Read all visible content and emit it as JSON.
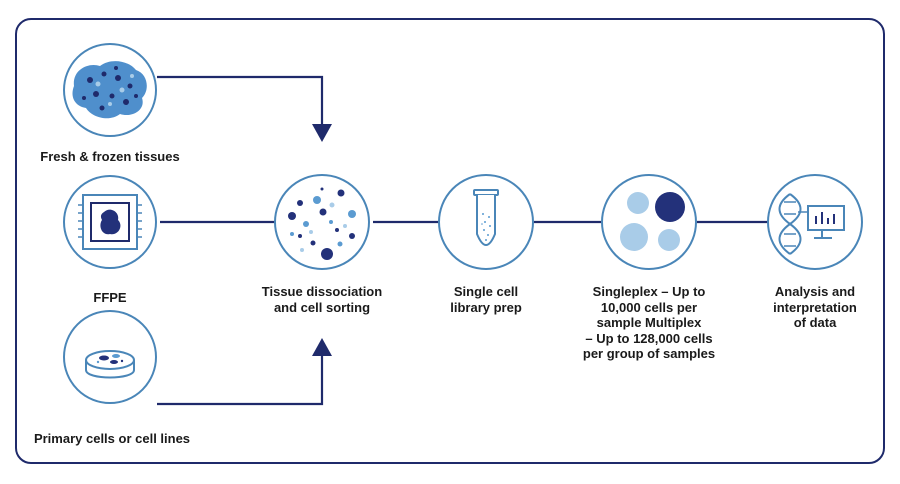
{
  "inputs": {
    "fresh_frozen": "Fresh & frozen tissues",
    "ffpe": "FFPE",
    "primary_cells": "Primary cells or cell lines"
  },
  "steps": {
    "dissociation": {
      "line1": "Tissue dissociation",
      "line2": "and cell sorting"
    },
    "library_prep": {
      "line1": "Single cell",
      "line2": "library prep"
    },
    "multiplex": {
      "line1": "Singleplex – Up to",
      "line2": "10,000 cells per",
      "line3": "sample Multiplex",
      "line4": "– Up to 128,000 cells",
      "line5": "per group of samples"
    },
    "analysis": {
      "line1": "Analysis and",
      "line2": "interpretation",
      "line3": "of data"
    }
  },
  "colors": {
    "navy": "#1f2a6b",
    "circle_stroke": "#4a86b8",
    "light_blue": "#a9cce8",
    "mid_blue": "#5b9bd1",
    "dark_navy": "#23317a"
  },
  "icons": {
    "fresh_frozen": "tissue-icon",
    "ffpe": "ffpe-cassette-icon",
    "primary_cells": "petri-dish-icon",
    "dissociation": "dissociated-cells-icon",
    "library_prep": "tube-icon",
    "multiplex": "cells-icon",
    "analysis": "dna-monitor-icon"
  }
}
